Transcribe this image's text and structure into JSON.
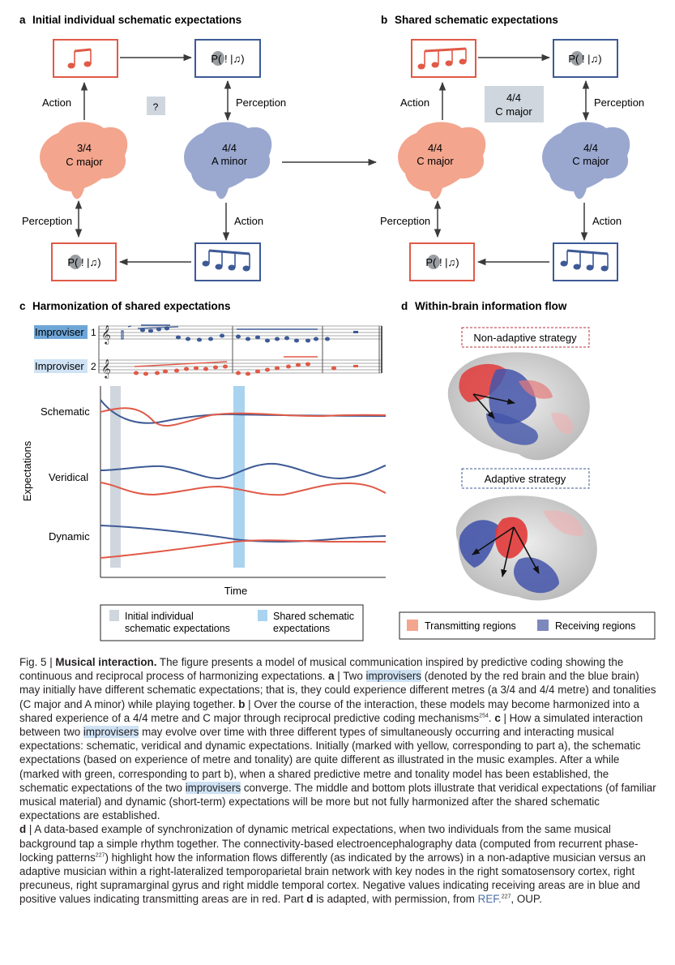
{
  "colors": {
    "red": "#e05a47",
    "blue": "#3d5a96",
    "brain_red": "#f3a58e",
    "brain_blue": "#9aa8d0",
    "gray_box": "#cfd6de",
    "light_blue": "#a9d3ef",
    "highlight": "#cfe3f5"
  },
  "panel_a": {
    "letter": "a",
    "title": "Initial individual schematic expectations",
    "left_brain": [
      "3/4",
      "C major"
    ],
    "right_brain": [
      "4/4",
      "A minor"
    ],
    "question": "?",
    "action_top": "Action",
    "perception_top": "Perception",
    "perception_bottom": "Perception",
    "action_bottom": "Action",
    "prob_top": "P( ! |♫)",
    "prob_bottom": "P( ! |♫)"
  },
  "panel_b": {
    "letter": "b",
    "title": "Shared schematic expectations",
    "left_brain": [
      "4/4",
      "C major"
    ],
    "right_brain": [
      "4/4",
      "C major"
    ],
    "shared": [
      "4/4",
      "C major"
    ],
    "action_top": "Action",
    "perception_top": "Perception",
    "perception_bottom": "Perception",
    "action_bottom": "Action",
    "prob_top": "P( ! |♫)",
    "prob_bottom": "P( ! |♫)"
  },
  "panel_c": {
    "letter": "c",
    "title": "Harmonization of shared expectations",
    "improviser1": "Improviser",
    "improviser1_num": "1",
    "improviser2": "Improviser",
    "improviser2_num": "2",
    "rows": [
      "Schematic",
      "Veridical",
      "Dynamic"
    ],
    "ylabel": "Expectations",
    "xlabel": "Time",
    "legend": [
      {
        "label_1": "Initial individual",
        "label_2": "schematic expectations"
      },
      {
        "label_1": "Shared schematic",
        "label_2": "expectations"
      }
    ]
  },
  "panel_d": {
    "letter": "d",
    "title": "Within-brain information flow",
    "top_label": "Non-adaptive strategy",
    "bottom_label": "Adaptive strategy",
    "legend": [
      "Transmitting regions",
      "Receiving regions"
    ]
  },
  "caption": {
    "fig": "Fig. 5 | ",
    "bold_title": "Musical interaction.",
    "p1": " The figure presents a model of musical communication inspired by predictive coding showing the continuous and reciprocal process of harmonizing expectations. ",
    "a_mark": "a",
    "p2a": " | Two ",
    "improvisers1": "improvisers",
    "p2b": " (denoted by the red brain and the blue brain) may initially have different schematic expectations; that is, they could experience different metres (a 3/4 and 4/4 metre) and tonalities (C major and A minor) while playing together. ",
    "b_mark": "b",
    "p3": " | Over the course of the interaction, these models may become harmonized into a shared experience of a 4/4 metre and C major through reciprocal predictive coding mechanisms",
    "ref1": "254",
    "p3end": ". ",
    "c_mark": "c",
    "p4a": " | How a simulated interaction between two ",
    "improvisers2": "improvisers",
    "p4b": " may evolve over time with three different types of simultaneously occurring and interacting musical expectations: schematic, veridical and dynamic expectations. Initially (marked with yellow, corresponding to part a), the schematic expectations (based on experience of metre and tonality) are quite different as illustrated in the music examples. After a while (marked with green, corresponding to part b), when a shared predictive metre and tonality model has been established, the schematic expectations of the two ",
    "improvisers3": "improvisers",
    "p4c": " converge. The middle and bottom plots illustrate that veridical expectations (of familiar musical material) and dynamic (short-term) expectations will be more but not fully harmonized after the shared schematic expectations are established.",
    "d_mark": "d",
    "p5": " | A data-based example of synchronization of dynamic metrical expectations, when two individuals from the same musical background tap a simple rhythm together. The connectivity-based electroencephalography data (computed from recurrent phase-locking patterns",
    "ref2": "227",
    "p5b": ") highlight how the information flows differently (as indicated by the arrows) in a non-adaptive musician versus an adaptive musician within a right-lateralized temporoparietal brain network with key nodes in the right somatosensory cortex, right precuneus, right supramarginal gyrus and right middle temporal cortex. Negative values indicating receiving areas are in blue and positive values indicating transmitting areas are in red. Part ",
    "d_mark2": "d",
    "p5c": " is adapted, with permission, from ",
    "ref_label": "REF.",
    "ref3": "227",
    "p5d": ", OUP."
  }
}
